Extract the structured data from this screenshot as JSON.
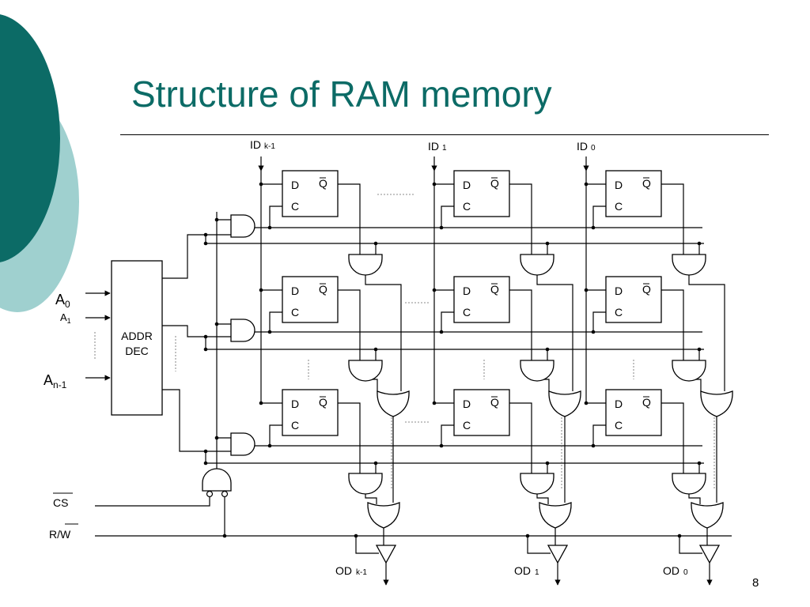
{
  "slide": {
    "title": "Structure of RAM memory",
    "number": "8",
    "colors": {
      "accent_dark": "#0c6b66",
      "accent_light": "#9fd0cf",
      "title": "#0c6b66"
    }
  },
  "diagram": {
    "inputs": {
      "data": [
        {
          "label": "ID",
          "sub": "k-1"
        },
        {
          "label": "ID",
          "sub": "1"
        },
        {
          "label": "ID",
          "sub": "0"
        }
      ],
      "address": [
        {
          "label": "A",
          "sub": "0"
        },
        {
          "label": "A",
          "sub": "1"
        },
        {
          "label": "A",
          "sub": "n-1"
        }
      ],
      "chip_select": "CS",
      "read_write": {
        "r": "R/",
        "w": "W"
      }
    },
    "decoder": {
      "line1": "ADDR",
      "line2": "DEC"
    },
    "flip_flop": {
      "d": "D",
      "c": "C",
      "q": "Q"
    },
    "outputs": [
      {
        "label": "OD",
        "sub": "k-1"
      },
      {
        "label": "OD",
        "sub": "1"
      },
      {
        "label": "OD",
        "sub": "0"
      }
    ]
  }
}
